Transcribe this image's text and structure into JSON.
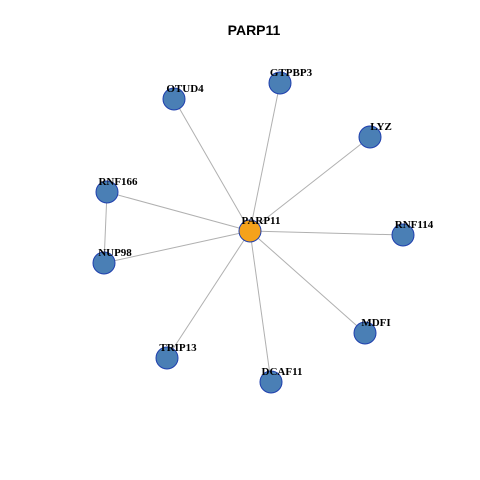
{
  "title": "PARP11",
  "colors": {
    "hub_fill": "#f5a21b",
    "hub_stroke": "#6b5a1a",
    "node_fill": "#4a7fb5",
    "node_stroke": "#1f3fae",
    "edge": "#b0b0b0"
  },
  "nodes": [
    {
      "id": "PARP11",
      "label": "PARP11",
      "hub": true
    },
    {
      "id": "GTPBP3",
      "label": "GTPBP3"
    },
    {
      "id": "OTUD4",
      "label": "OTUD4"
    },
    {
      "id": "LYZ",
      "label": "LYZ"
    },
    {
      "id": "RNF166",
      "label": "RNF166"
    },
    {
      "id": "RNF114",
      "label": "RNF114"
    },
    {
      "id": "NUP98",
      "label": "NUP98"
    },
    {
      "id": "MDFI",
      "label": "MDFI"
    },
    {
      "id": "TRIP13",
      "label": "TRIP13"
    },
    {
      "id": "DCAF11",
      "label": "DCAF11"
    }
  ],
  "edges": [
    [
      "PARP11",
      "GTPBP3"
    ],
    [
      "PARP11",
      "OTUD4"
    ],
    [
      "PARP11",
      "LYZ"
    ],
    [
      "PARP11",
      "RNF166"
    ],
    [
      "PARP11",
      "RNF114"
    ],
    [
      "PARP11",
      "NUP98"
    ],
    [
      "PARP11",
      "MDFI"
    ],
    [
      "PARP11",
      "TRIP13"
    ],
    [
      "PARP11",
      "DCAF11"
    ],
    [
      "RNF166",
      "NUP98"
    ]
  ]
}
